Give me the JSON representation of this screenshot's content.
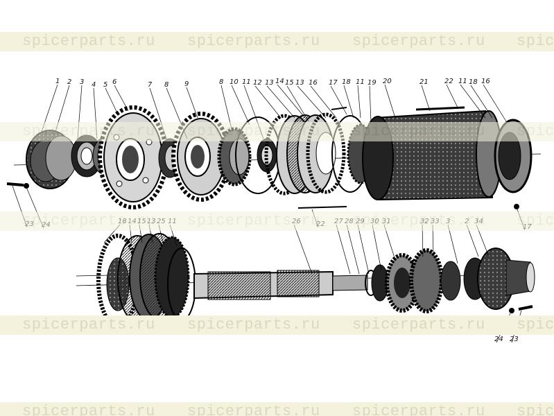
{
  "watermark": {
    "text": "spicerparts.ru",
    "clipped_text": "spic"
  },
  "callouts_upper": [
    "1",
    "2",
    "3",
    "4",
    "5",
    "6",
    "7",
    "8",
    "9",
    "8",
    "10",
    "11",
    "12",
    "13",
    "14",
    "15",
    "13",
    "16",
    "17",
    "18",
    "11",
    "19",
    "20",
    "21",
    "22",
    "11",
    "18",
    "16"
  ],
  "callouts_upper_lower": [
    "23",
    "24",
    "22",
    "17"
  ],
  "callouts_lower_top": [
    "18",
    "14",
    "15",
    "13",
    "25",
    "11",
    "26",
    "27",
    "28",
    "29",
    "30",
    "31",
    "32",
    "33",
    "3",
    "2",
    "34"
  ],
  "callouts_lower_bottom": [
    "24",
    "23"
  ]
}
